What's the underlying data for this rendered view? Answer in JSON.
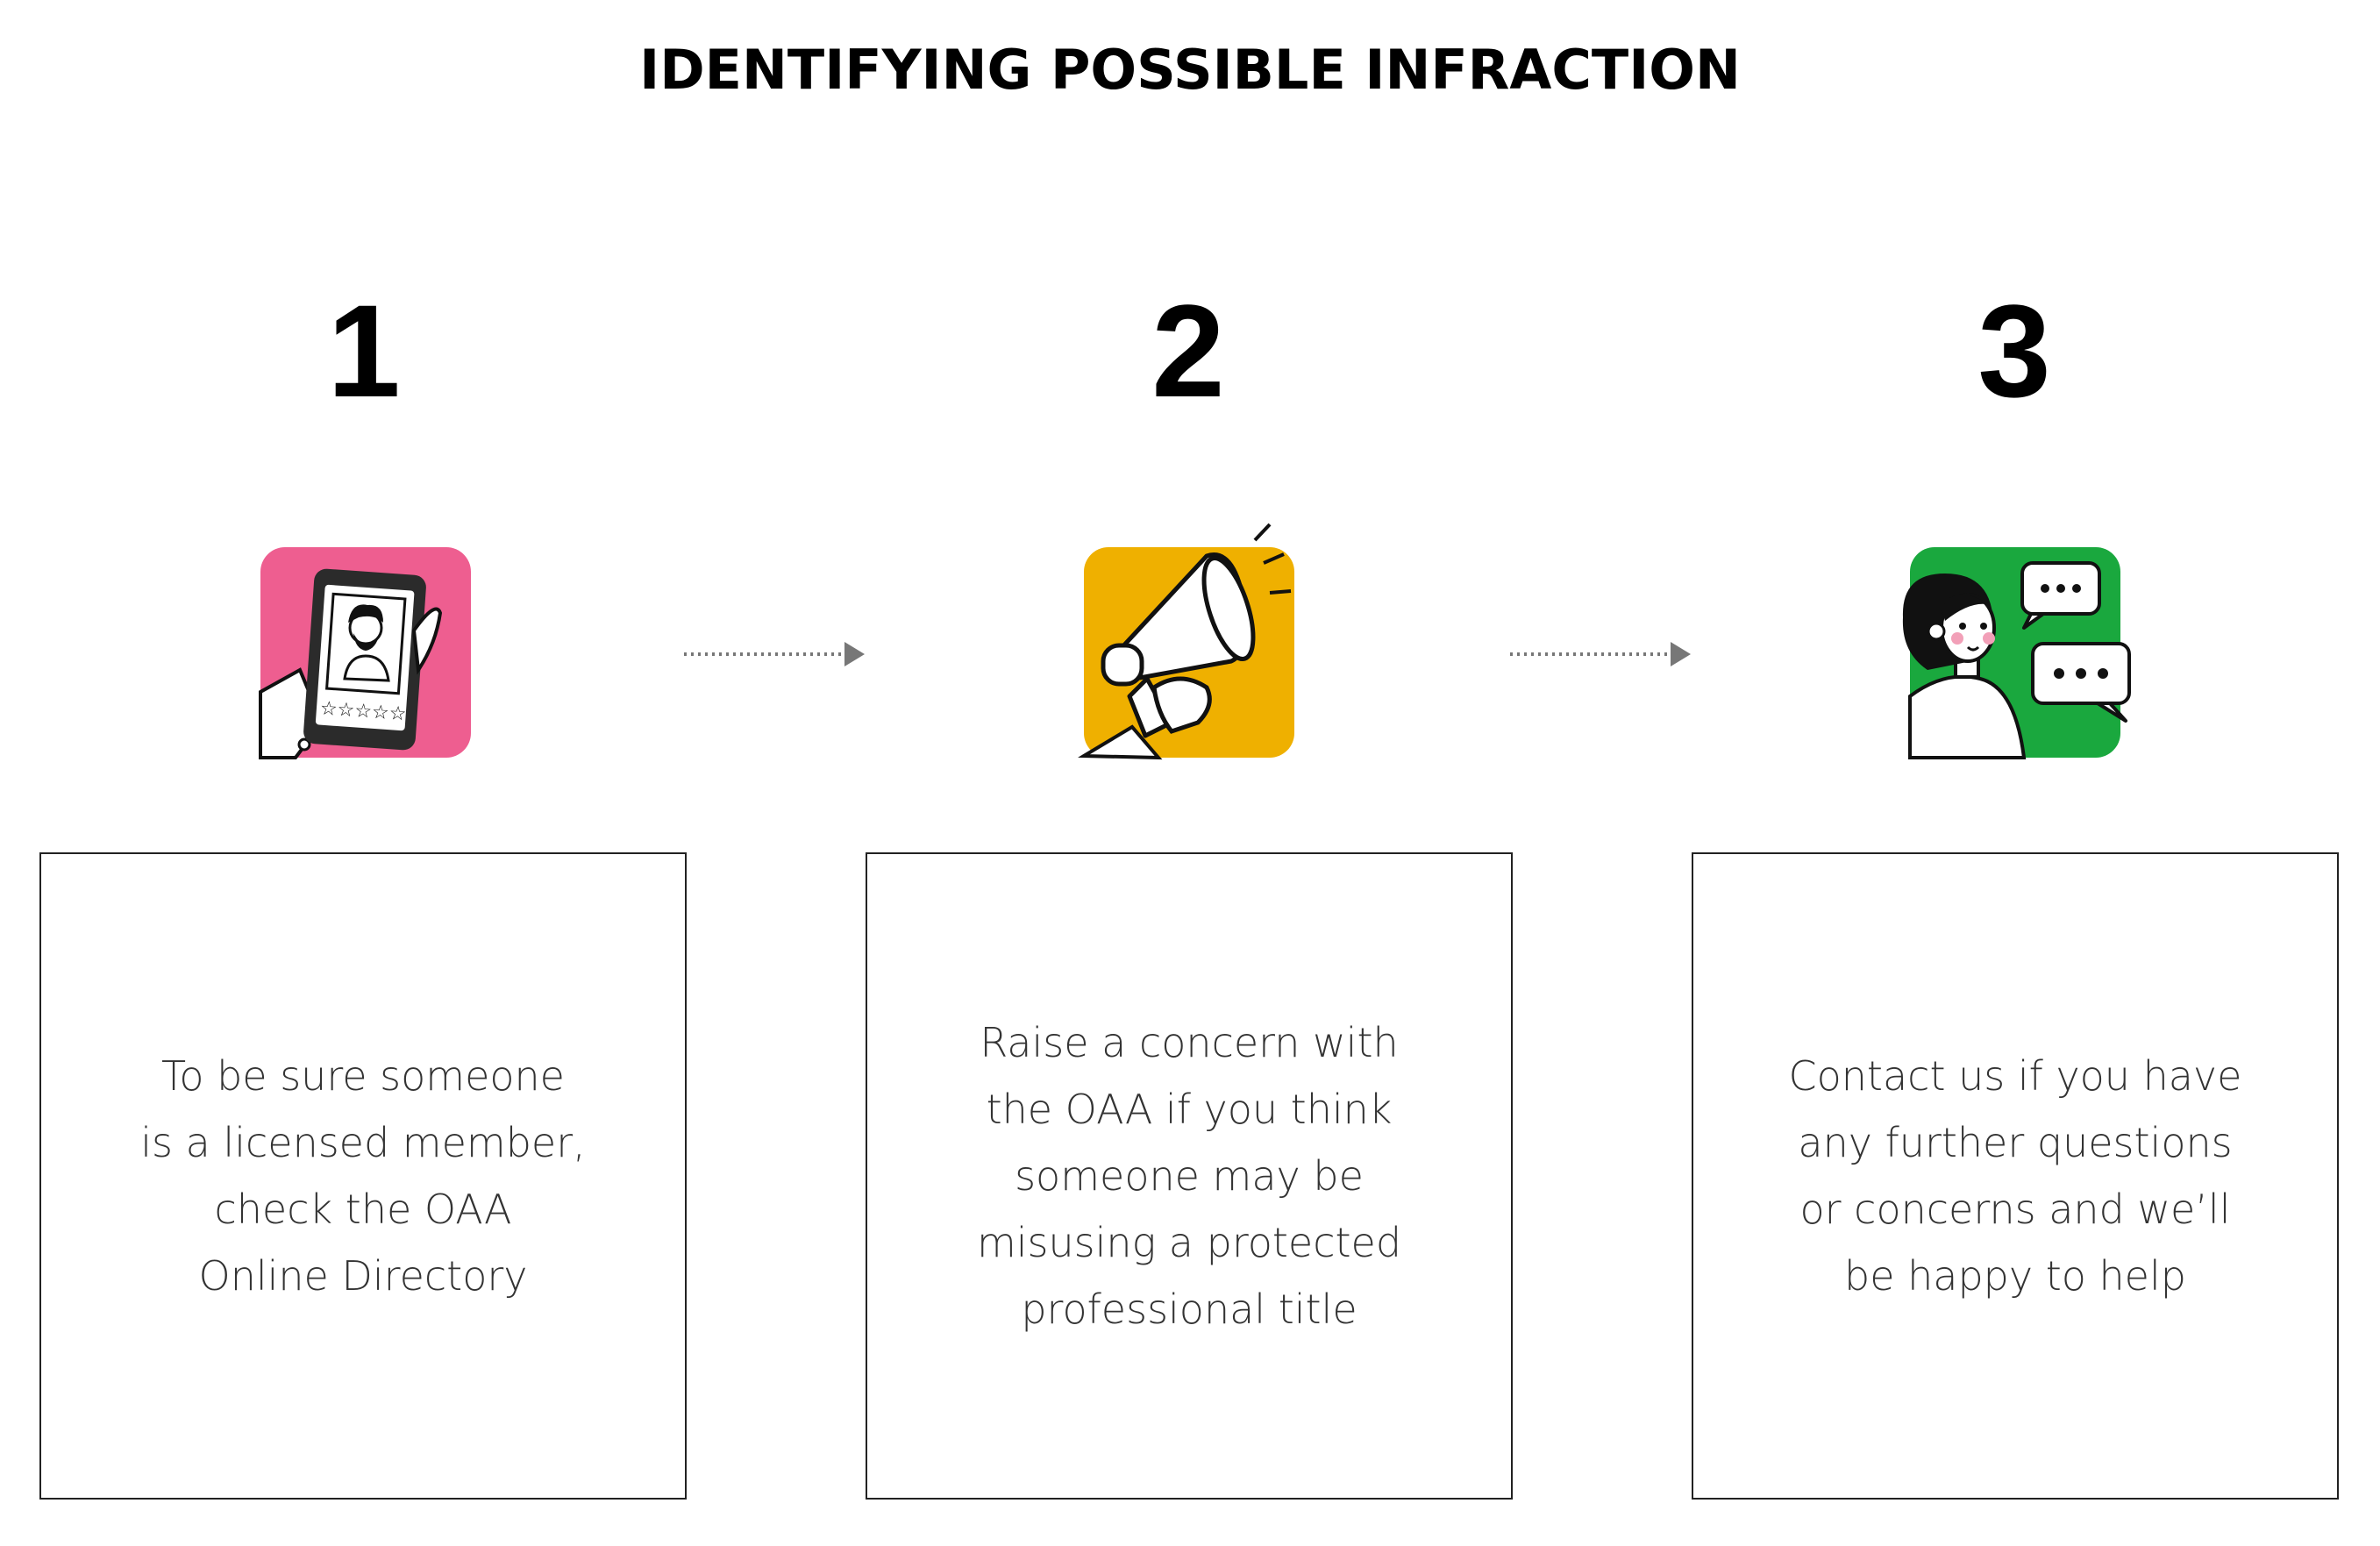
{
  "title": "IDENTIFYING POSSIBLE INFRACTION",
  "steps": [
    {
      "number": "1",
      "icon": "tablet-directory-icon",
      "icon_color": "#EE5E90",
      "text": "To be sure someone\nis a licensed member,\ncheck the OAA\nOnline Directory"
    },
    {
      "number": "2",
      "icon": "megaphone-icon",
      "icon_color": "#EFB000",
      "text": "Raise a concern with\nthe OAA if you think\nsomeone may be\nmisusing a protected\nprofessional title"
    },
    {
      "number": "3",
      "icon": "person-chat-icon",
      "icon_color": "#1AA83E",
      "text": "Contact us if you have\nany further questions\nor concerns and we’ll\nbe happy to help"
    }
  ],
  "arrow_color": "#777777"
}
